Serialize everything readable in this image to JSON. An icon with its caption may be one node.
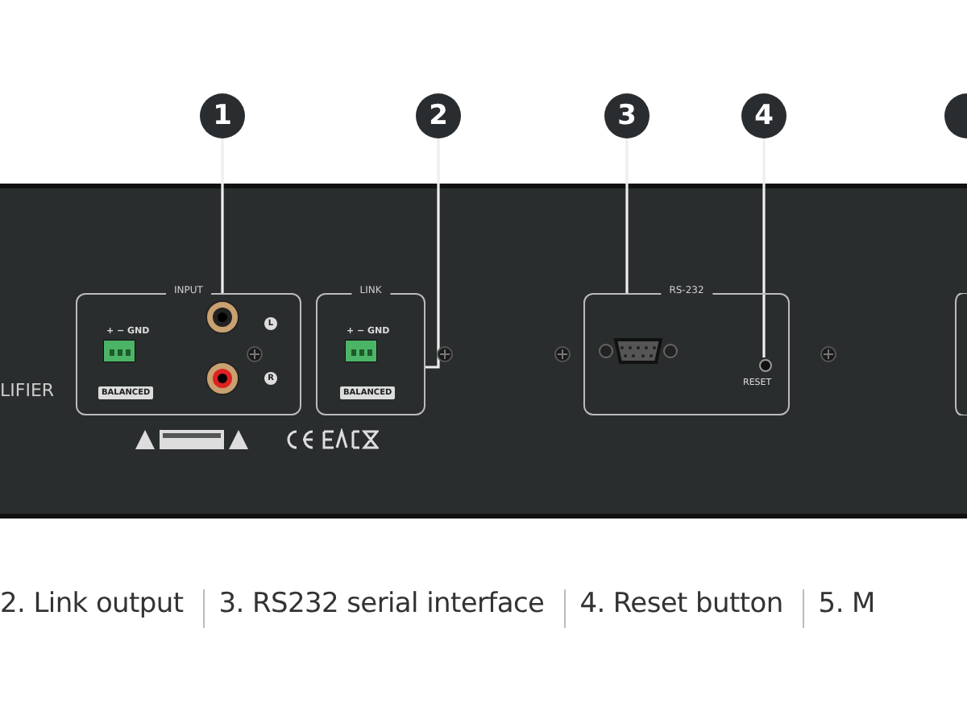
{
  "diagram": {
    "nodes": [
      {
        "text": [
          "1"
        ]
      },
      {
        "text": [
          "2"
        ]
      },
      {
        "text": [
          "3"
        ]
      },
      {
        "text": [
          "4"
        ]
      },
      {
        "text": [],
        "shape": "circle"
      },
      {
        "text": [
          "INPUT"
        ]
      },
      {
        "text": [
          "LINK"
        ]
      },
      {
        "text": [
          "RS-232"
        ]
      },
      {
        "text": [],
        "shape": "circle",
        "in": 7,
        "beside": [
          "RESET"
        ]
      }
    ],
    "edges": [
      {
        "from": 0,
        "to": 5,
        "arrow": "none"
      },
      {
        "from": 1,
        "to": 6,
        "arrow": "none"
      },
      {
        "from": 2,
        "to": 7,
        "arrow": "none"
      },
      {
        "from": 3,
        "to": 8,
        "arrow": "none"
      }
    ],
    "labels": [
      "LIFIER",
      "+ − GND",
      "L",
      "BALANCED",
      "R",
      "+ − GND",
      "BALANCED",
      "2. Link output",
      "3. RS232 serial interface",
      "4. Reset button",
      "5. M"
    ]
  }
}
